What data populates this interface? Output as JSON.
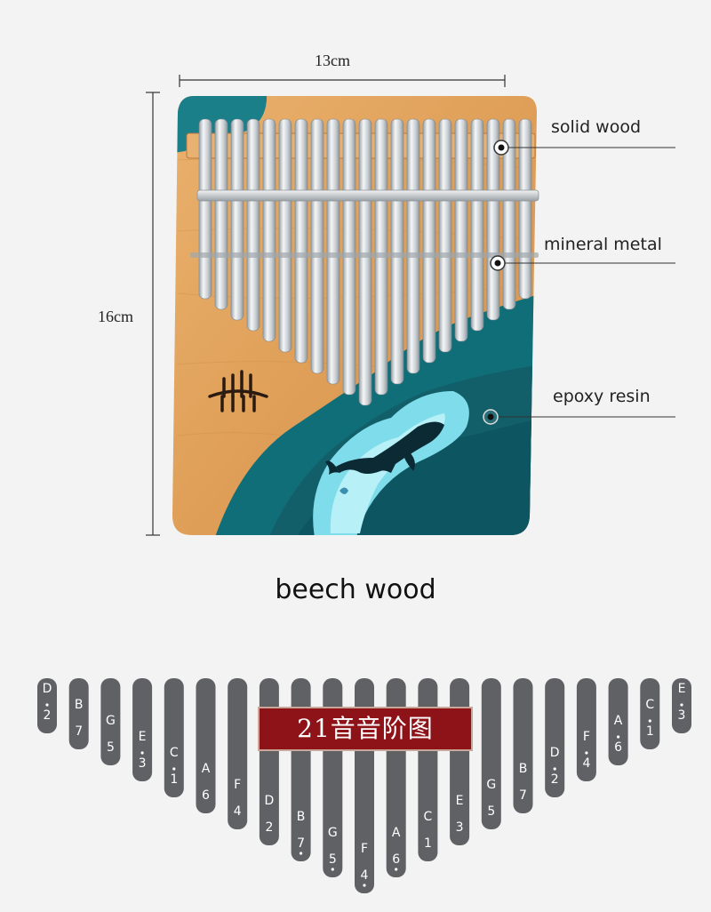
{
  "dimensions": {
    "width_label": "13cm",
    "height_label": "16cm"
  },
  "callouts": {
    "solid_wood": "solid wood",
    "mineral_metal": "mineral metal",
    "epoxy_resin": "epoxy resin"
  },
  "caption": "beech wood",
  "banner": "21音音阶图",
  "colors": {
    "wood": "#e3a35c",
    "resin": "#0f6e78",
    "resin_light": "#7fdcea",
    "tine_metal": "#d9dde0",
    "tine_chart": "#5f6164",
    "banner_red": "#8e1319"
  },
  "icons": {
    "logo": "comb-logo-icon",
    "whale": "whale-silhouette-icon"
  },
  "tine_notes": [
    {
      "letter": "D",
      "number": "2",
      "dots": "above",
      "level": 1
    },
    {
      "letter": "B",
      "number": "7",
      "dots": "none",
      "level": 2
    },
    {
      "letter": "G",
      "number": "5",
      "dots": "none",
      "level": 3
    },
    {
      "letter": "E",
      "number": "3",
      "dots": "above",
      "level": 4
    },
    {
      "letter": "C",
      "number": "1",
      "dots": "above",
      "level": 5
    },
    {
      "letter": "A",
      "number": "6",
      "dots": "none",
      "level": 6
    },
    {
      "letter": "F",
      "number": "4",
      "dots": "none",
      "level": 7
    },
    {
      "letter": "D",
      "number": "2",
      "dots": "none",
      "level": 8
    },
    {
      "letter": "B",
      "number": "7",
      "dots": "below",
      "level": 9
    },
    {
      "letter": "G",
      "number": "5",
      "dots": "below",
      "level": 10
    },
    {
      "letter": "F",
      "number": "4",
      "dots": "below",
      "level": 11
    },
    {
      "letter": "A",
      "number": "6",
      "dots": "below",
      "level": 10
    },
    {
      "letter": "C",
      "number": "1",
      "dots": "none",
      "level": 9
    },
    {
      "letter": "E",
      "number": "3",
      "dots": "none",
      "level": 8
    },
    {
      "letter": "G",
      "number": "5",
      "dots": "none",
      "level": 7
    },
    {
      "letter": "B",
      "number": "7",
      "dots": "none",
      "level": 6
    },
    {
      "letter": "D",
      "number": "2",
      "dots": "above",
      "level": 5
    },
    {
      "letter": "F",
      "number": "4",
      "dots": "above",
      "level": 4
    },
    {
      "letter": "A",
      "number": "6",
      "dots": "above",
      "level": 3
    },
    {
      "letter": "C",
      "number": "1",
      "dots": "above",
      "level": 2
    },
    {
      "letter": "E",
      "number": "3",
      "dots": "above",
      "level": 1
    }
  ]
}
